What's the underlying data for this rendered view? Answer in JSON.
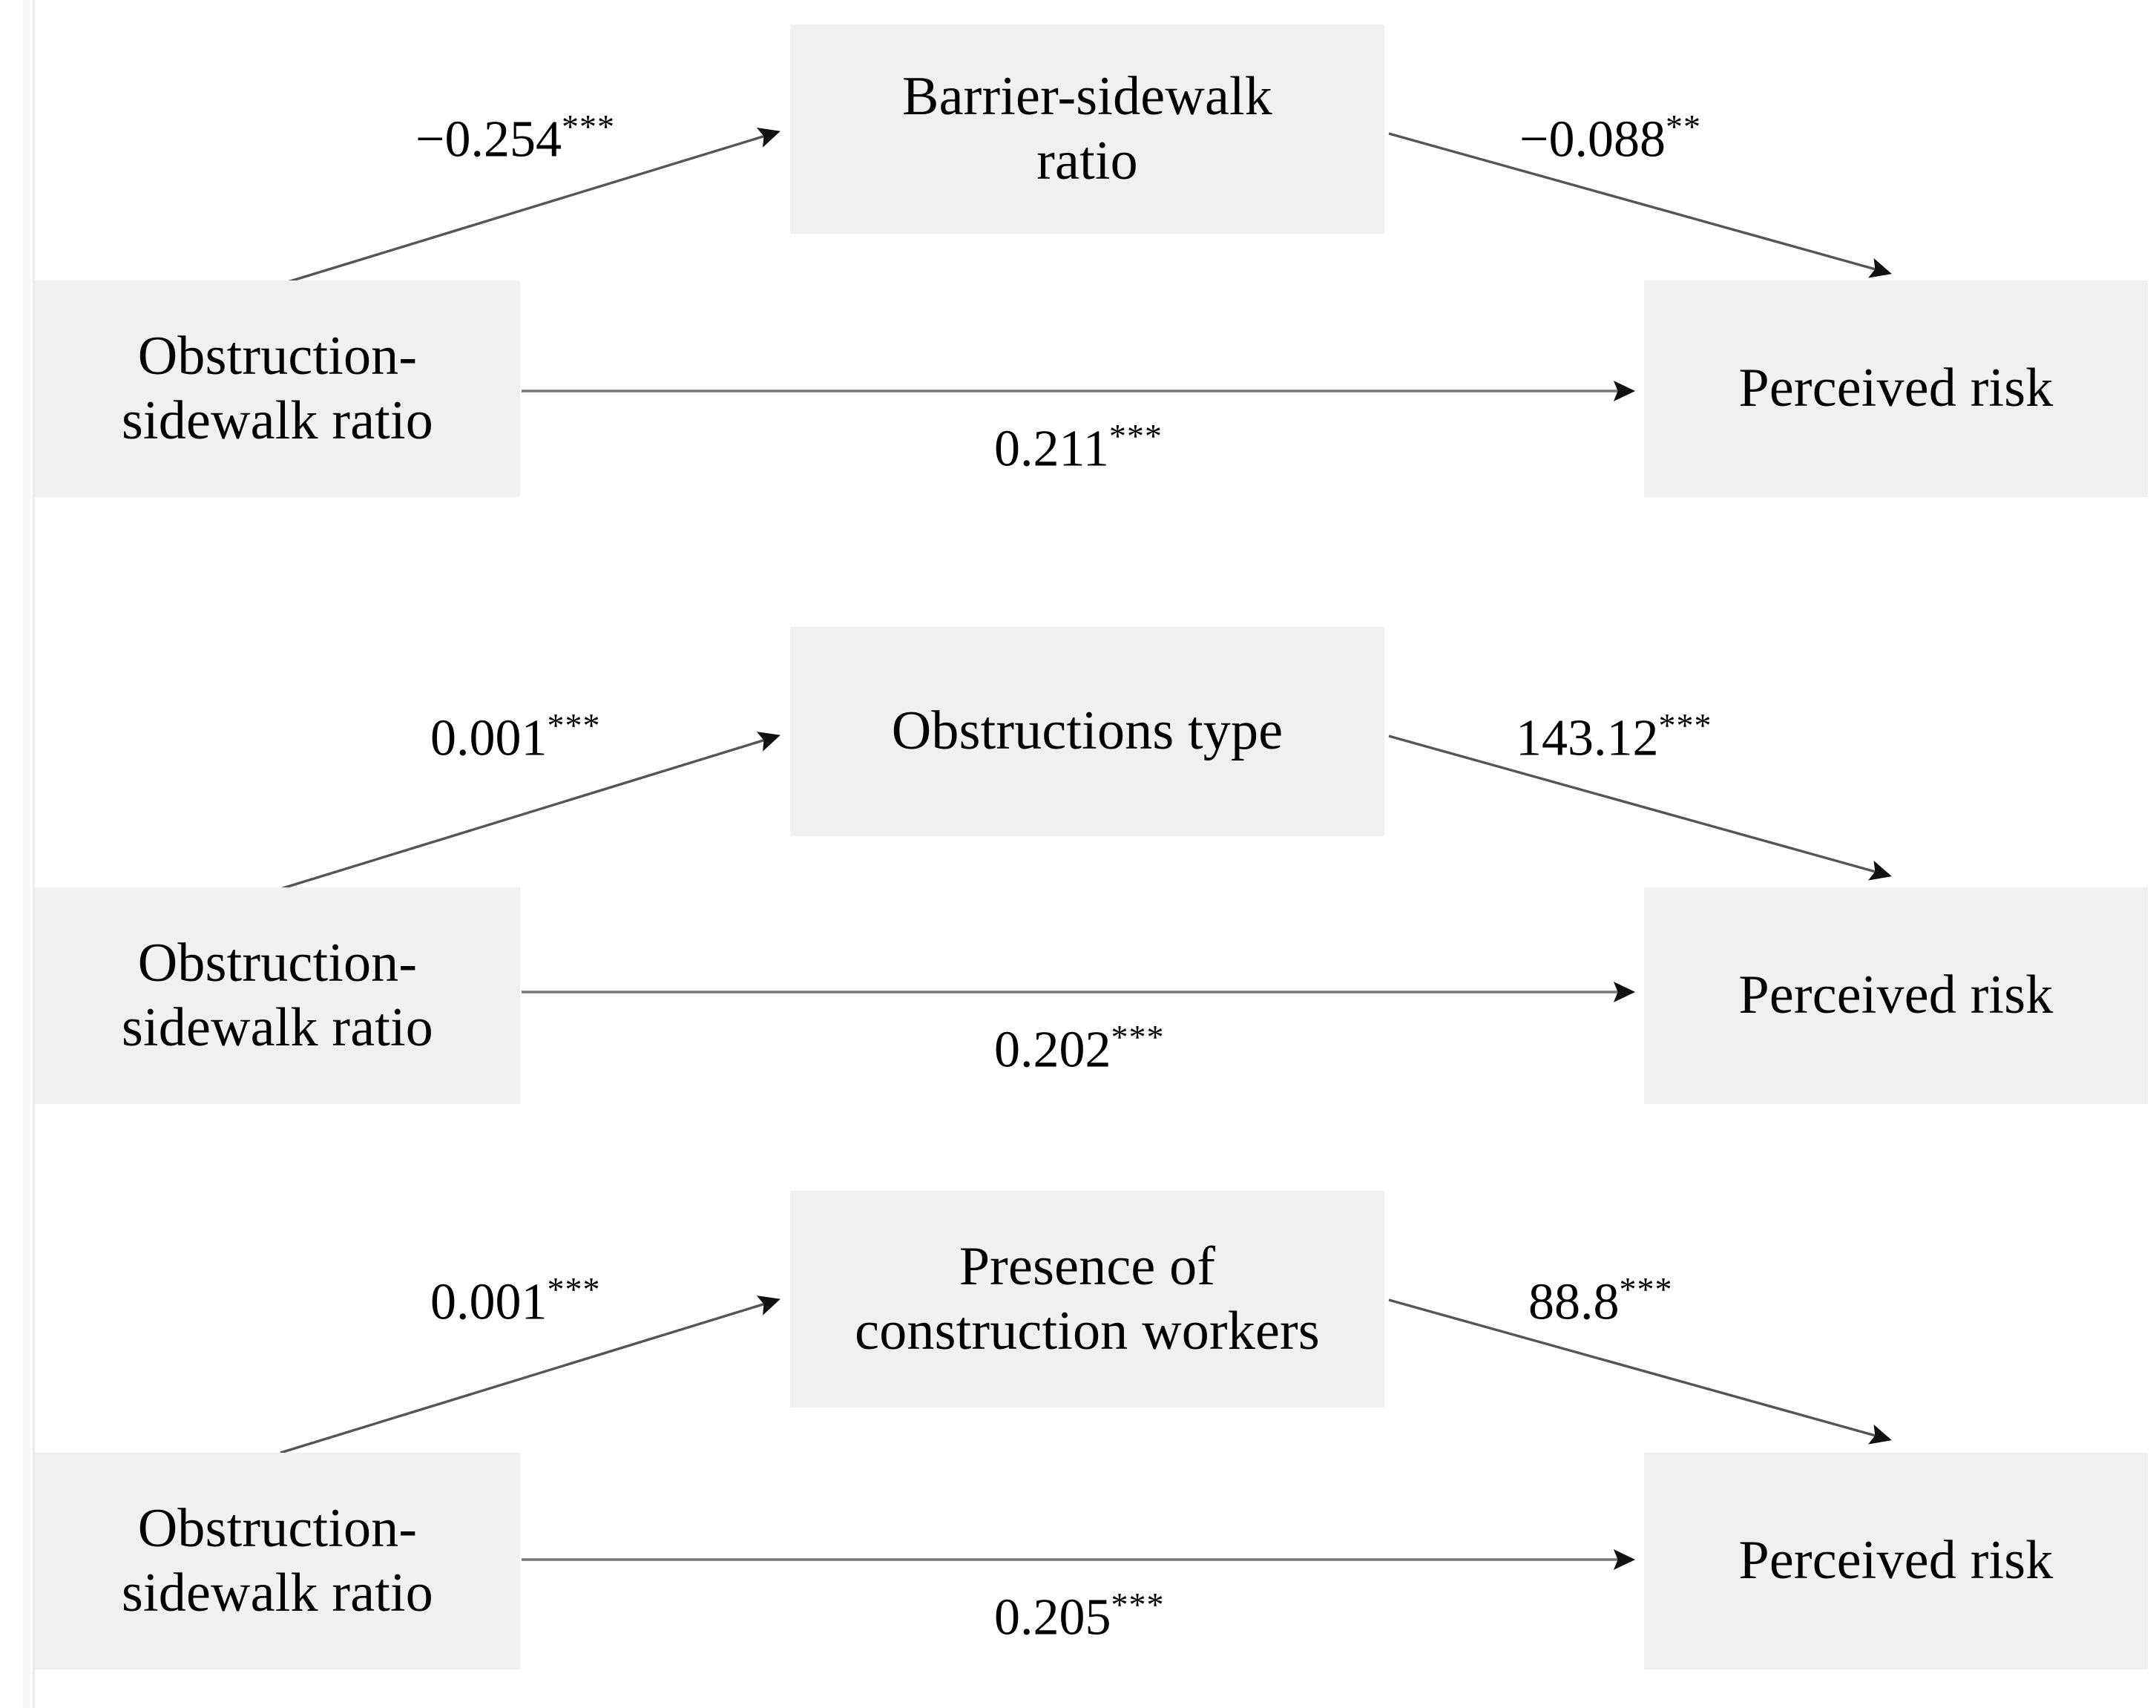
{
  "figure": {
    "type": "mediation-path-diagram",
    "background_color": "#ffffff",
    "box_fill_color": "#f0f0f0",
    "text_color": "#000000",
    "arrow_color": "#555555"
  },
  "panels": [
    {
      "id": "panel-1",
      "predictor": "Obstruction-\nsidewalk ratio",
      "predictor_line1": "Obstruction-",
      "predictor_line2": "sidewalk ratio",
      "mediator_line1": "Barrier-sidewalk",
      "mediator_line2": "ratio",
      "outcome": "Perceived risk",
      "path_a": {
        "coefficient": "−0.254",
        "stars": "***"
      },
      "path_b": {
        "coefficient": "−0.088",
        "stars": "**"
      },
      "path_c": {
        "coefficient": "0.211",
        "stars": "***"
      }
    },
    {
      "id": "panel-2",
      "predictor_line1": "Obstruction-",
      "predictor_line2": "sidewalk ratio",
      "mediator_line1": "Obstructions type",
      "mediator_line2": "",
      "outcome": "Perceived risk",
      "path_a": {
        "coefficient": "0.001",
        "stars": "***"
      },
      "path_b": {
        "coefficient": "143.12",
        "stars": "***"
      },
      "path_c": {
        "coefficient": "0.202",
        "stars": "***"
      }
    },
    {
      "id": "panel-3",
      "predictor_line1": "Obstruction-",
      "predictor_line2": "sidewalk ratio",
      "mediator_line1": "Presence of",
      "mediator_line2": "construction workers",
      "outcome": "Perceived risk",
      "path_a": {
        "coefficient": "0.001",
        "stars": "***"
      },
      "path_b": {
        "coefficient": "88.8",
        "stars": "***"
      },
      "path_c": {
        "coefficient": "0.205",
        "stars": "***"
      }
    }
  ]
}
